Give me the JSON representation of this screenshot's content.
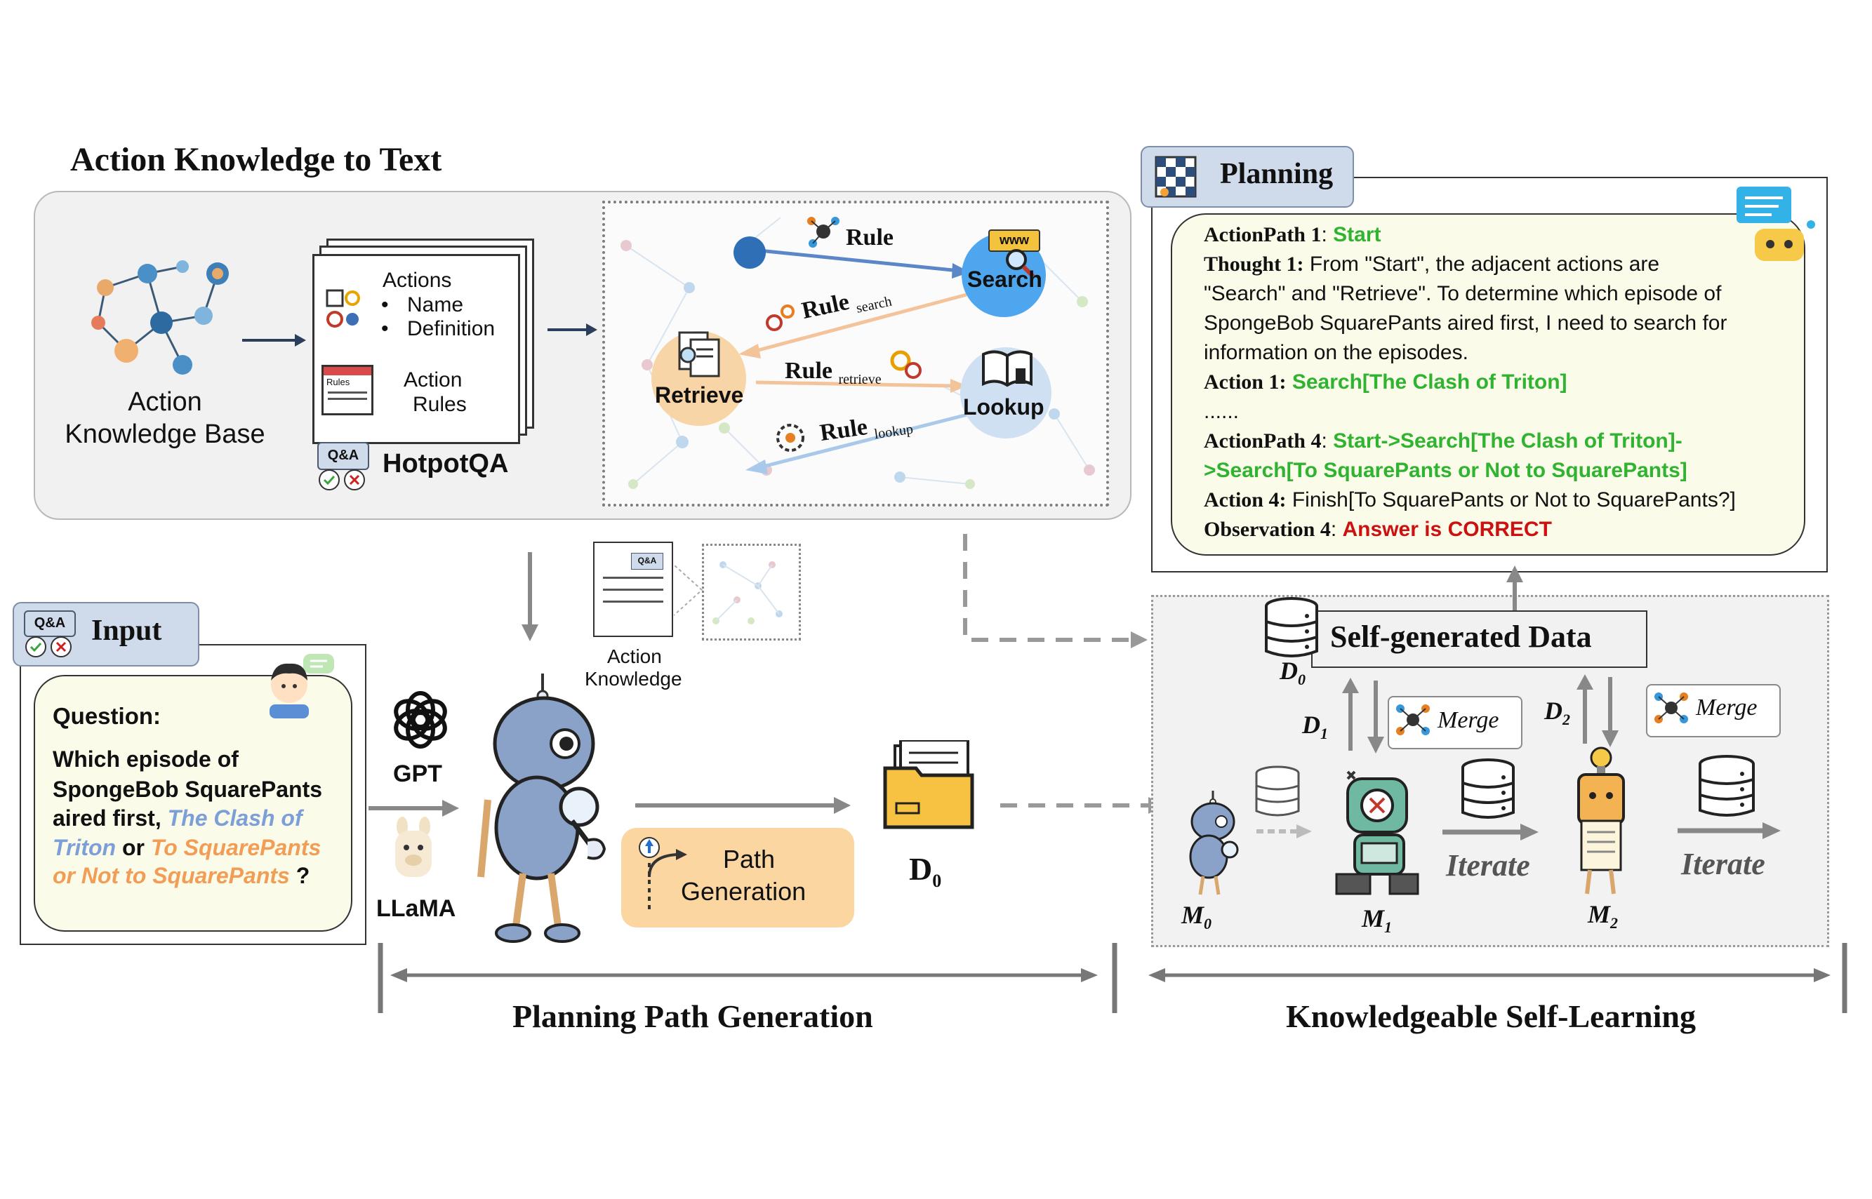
{
  "sections": {
    "action_knowledge_title": "Action Knowledge to Text",
    "planning_title": "Planning",
    "input_title": "Input",
    "planning_path_generation": "Planning Path Generation",
    "knowledgeable_self_learning": "Knowledgeable Self-Learning"
  },
  "knowledge_base": {
    "label_line1": "Action",
    "label_line2": "Knowledge Base"
  },
  "doc_card": {
    "actions_title": "Actions",
    "bullet1": "Name",
    "bullet2": "Definition",
    "rules_icon_text": "Rules",
    "rules_line1": "Action",
    "rules_line2": "Rules",
    "qa_badge": "Q&A",
    "dataset": "HotpotQA"
  },
  "graph": {
    "search_node": "Search",
    "retrieve_node": "Retrieve",
    "lookup_node": "Lookup",
    "www_badge": "www",
    "rule_plain": "Rule",
    "rule_search": "Rule",
    "rule_search_sub": "search",
    "rule_retrieve": "Rule",
    "rule_retrieve_sub": "retrieve",
    "rule_lookup": "Rule",
    "rule_lookup_sub": "lookup"
  },
  "planning": {
    "l1_label": "ActionPath 1",
    "l1_value": "Start",
    "l2_label": "Thought 1:",
    "l2_text": "From \"Start\", the adjacent actions are",
    "l3": "\"Search\" and \"Retrieve\". To determine which episode of",
    "l4": "SpongeBob SquarePants aired first, I need to search for",
    "l5": "information on the episodes.",
    "l6_label": "Action 1:",
    "l6_value": "Search[The Clash of Triton]",
    "l7": "......",
    "l8_label": "ActionPath 4",
    "l8_value": "Start->Search[The Clash of Triton]-",
    "l9_value": ">Search[To SquarePants or Not to SquarePants]",
    "l10_label": "Action 4:",
    "l10_text": "Finish[To SquarePants or Not to SquarePants?]",
    "l11_label": "Observation 4",
    "l11_value": "Answer is CORRECT"
  },
  "input": {
    "qa_badge": "Q&A",
    "question_label": "Question:",
    "q_line1": "Which episode of",
    "q_line2": "SpongeBob SquarePants",
    "q_line3": "aired first,",
    "option1_part1": "The Clash of",
    "option1_part2": "Triton",
    "or": "or",
    "option2_part1": "To SquarePants",
    "option2_part2": "or Not to SquarePants",
    "qmark": "?"
  },
  "models": {
    "gpt": "GPT",
    "llama": "LLaMA"
  },
  "action_knowledge_icon": {
    "line1": "Action",
    "line2": "Knowledge",
    "qa_badge": "Q&A"
  },
  "path_generation": {
    "line1": "Path",
    "line2": "Generation"
  },
  "d0_main": "D",
  "d0_main_sub": "0",
  "self_learning": {
    "self_generated_data": "Self-generated Data",
    "d0": "D",
    "d0_sub": "0",
    "d1": "D",
    "d1_sub": "1",
    "d2": "D",
    "d2_sub": "2",
    "merge1": "Merge",
    "merge2": "Merge",
    "iterate1": "Iterate",
    "iterate2": "Iterate",
    "m0": "M",
    "m0_sub": "0",
    "m1": "M",
    "m1_sub": "1",
    "m2": "M",
    "m2_sub": "2"
  },
  "colors": {
    "green": "#2fb330",
    "red": "#cc1111",
    "blue_option": "#7c9fd8",
    "orange_option": "#f29d55",
    "search_node": "#4ea6ee",
    "retrieve_node": "#f8d5a6",
    "lookup_node": "#cfe0f2",
    "path_box": "#fbd6a0",
    "tag_bg": "#cfdaea"
  }
}
